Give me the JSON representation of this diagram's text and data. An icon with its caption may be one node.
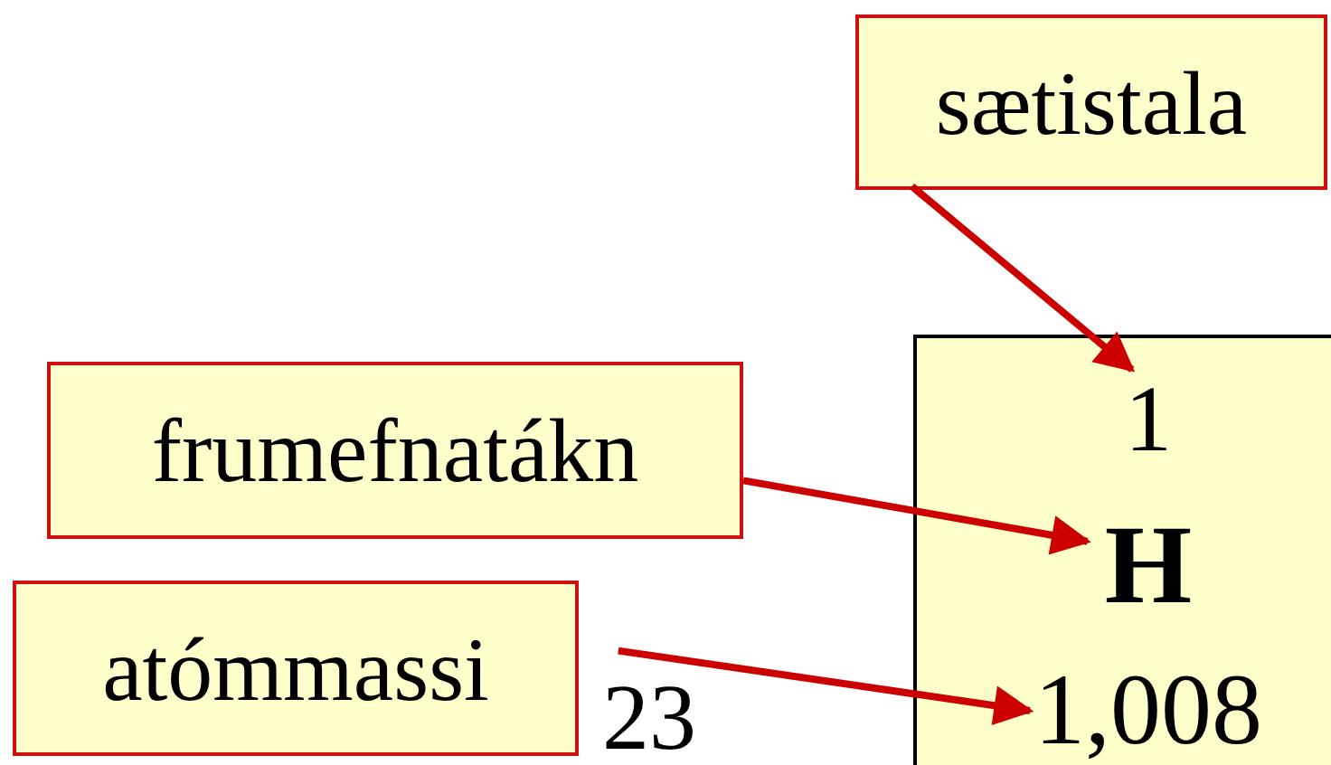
{
  "diagram": {
    "nodes": [
      {
        "text": [
          "sætistala"
        ]
      },
      {
        "text": [
          "frumefnatákn"
        ]
      },
      {
        "text": [
          "atómmassi"
        ]
      },
      {
        "text": [],
        "shape": "box"
      },
      {
        "text": [
          "1"
        ],
        "in": 3
      },
      {
        "text": [
          "H"
        ],
        "in": 3
      },
      {
        "text": [
          "1,008"
        ],
        "in": 3
      }
    ],
    "edges": [
      {
        "from": 0,
        "to": 4,
        "arrow": "to"
      },
      {
        "from": 1,
        "to": 5,
        "arrow": "to"
      },
      {
        "from": 2,
        "to": 6,
        "arrow": "to"
      }
    ],
    "labels": [
      "23"
    ]
  }
}
